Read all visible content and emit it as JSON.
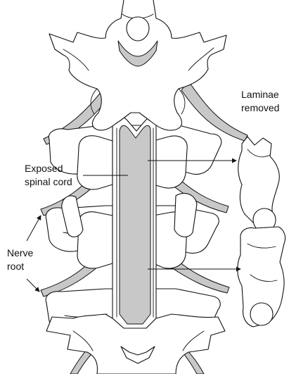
{
  "labels": {
    "laminae_line1": "Laminae",
    "laminae_line2": "removed",
    "exposed_line1": "Exposed",
    "exposed_line2": "spinal cord",
    "nerve_line1": "Nerve",
    "nerve_line2": "root"
  },
  "colors": {
    "outline": "#111111",
    "cord_fill": "#c8c8c8",
    "bone_fill": "#ffffff",
    "background": "#ffffff"
  }
}
